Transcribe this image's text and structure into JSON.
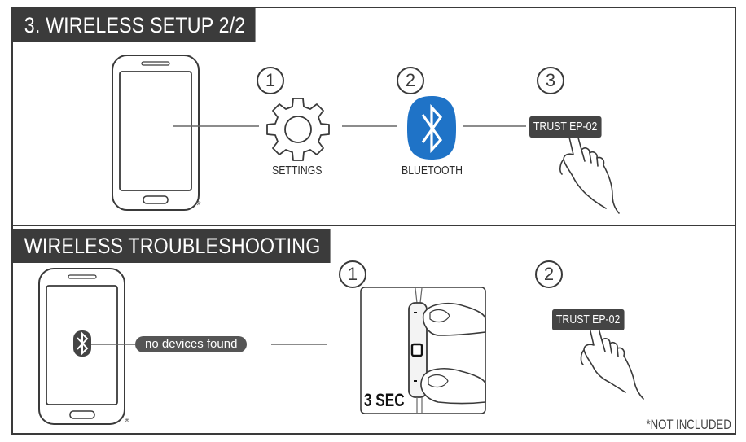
{
  "section1": {
    "title": "3. WIRELESS SETUP 2/2",
    "steps": [
      "1",
      "2",
      "3"
    ],
    "settings_label": "SETTINGS",
    "bluetooth_label": "BLUETOOTH",
    "device_name": "TRUST EP-02",
    "asterisk": "*"
  },
  "section2": {
    "title": "WIRELESS TROUBLESHOOTING",
    "steps": [
      "1",
      "2"
    ],
    "status_text": "no devices found",
    "hold_time": "3 SEC",
    "device_name": "TRUST EP-02",
    "asterisk": "*"
  },
  "footnote": "*NOT INCLUDED",
  "colors": {
    "bluetooth_blue": "#1f73c7",
    "chip_bg": "#444444",
    "title_bg": "#3b3b3b"
  },
  "icons": [
    "smartphone-icon",
    "gear-icon",
    "bluetooth-icon",
    "hand-pointer-icon",
    "remote-control-icon"
  ]
}
